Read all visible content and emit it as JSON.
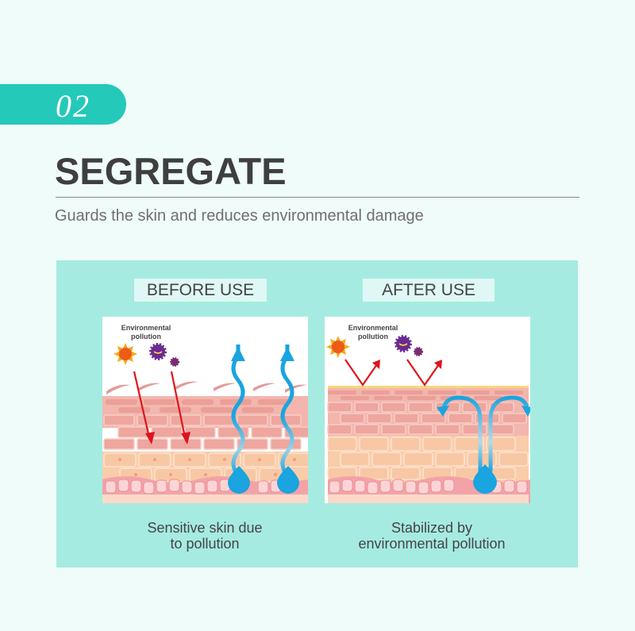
{
  "section": {
    "number": "02",
    "title": "SEGREGATE",
    "subtitle": "Guards the skin and reduces environmental damage"
  },
  "comparison": {
    "before": {
      "label": "BEFORE USE",
      "illustration_text": [
        "Environmental",
        "pollution"
      ],
      "caption_lines": [
        "Sensitive skin due",
        "to pollution"
      ]
    },
    "after": {
      "label": "AFTER USE",
      "illustration_text": [
        "Environmental",
        "pollution"
      ],
      "caption_lines": [
        "Stabilized by",
        "environmental pollution"
      ]
    }
  },
  "colors": {
    "background": "#effcfa",
    "accent": "#24c9b9",
    "panel": "#a6ebe1",
    "label_box": "#dff8f5",
    "title_text": "#3f3f3f",
    "arrow_red": "#e0141c",
    "water_blue": "#1aa4e0"
  },
  "icons": [
    "sun-icon",
    "virus-icon",
    "small-virus-icon",
    "water-drop-icon",
    "arrow-icon"
  ]
}
